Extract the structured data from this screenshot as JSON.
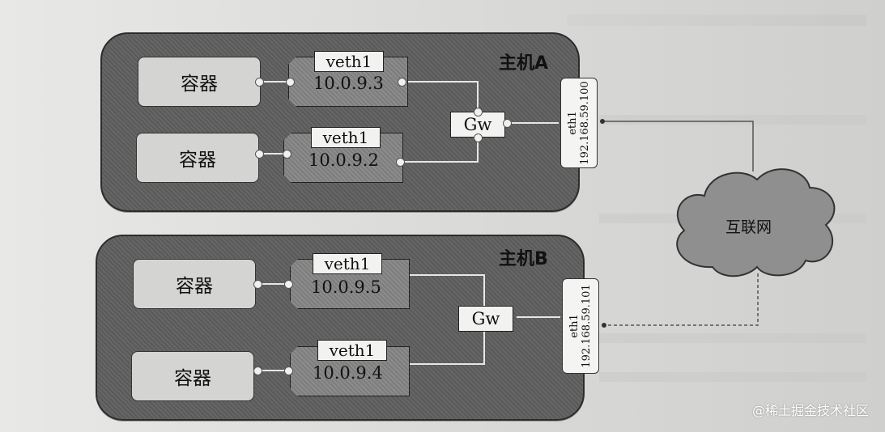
{
  "diagram": {
    "hosts": [
      {
        "label": "主机A",
        "containers": [
          {
            "label": "容器",
            "veth": "veth1",
            "ip": "10.0.9.3"
          },
          {
            "label": "容器",
            "veth": "veth1",
            "ip": "10.0.9.2"
          }
        ],
        "gateway": "Gw",
        "eth_name": "eth1",
        "eth_ip": "192.168.59.100"
      },
      {
        "label": "主机B",
        "containers": [
          {
            "label": "容器",
            "veth": "veth1",
            "ip": "10.0.9.5"
          },
          {
            "label": "容器",
            "veth": "veth1",
            "ip": "10.0.9.4"
          }
        ],
        "gateway": "Gw",
        "eth_name": "eth1",
        "eth_ip": "192.168.59.101"
      }
    ],
    "network_label": "互联网"
  },
  "watermark": "@稀土掘金技术社区",
  "colors": {
    "host_fill": "#5f5f5f",
    "container_fill": "#d4d4d2",
    "veth_fill": "#858585",
    "label_fill": "#f2f2f0",
    "cloud_fill": "#8f8f8f"
  }
}
